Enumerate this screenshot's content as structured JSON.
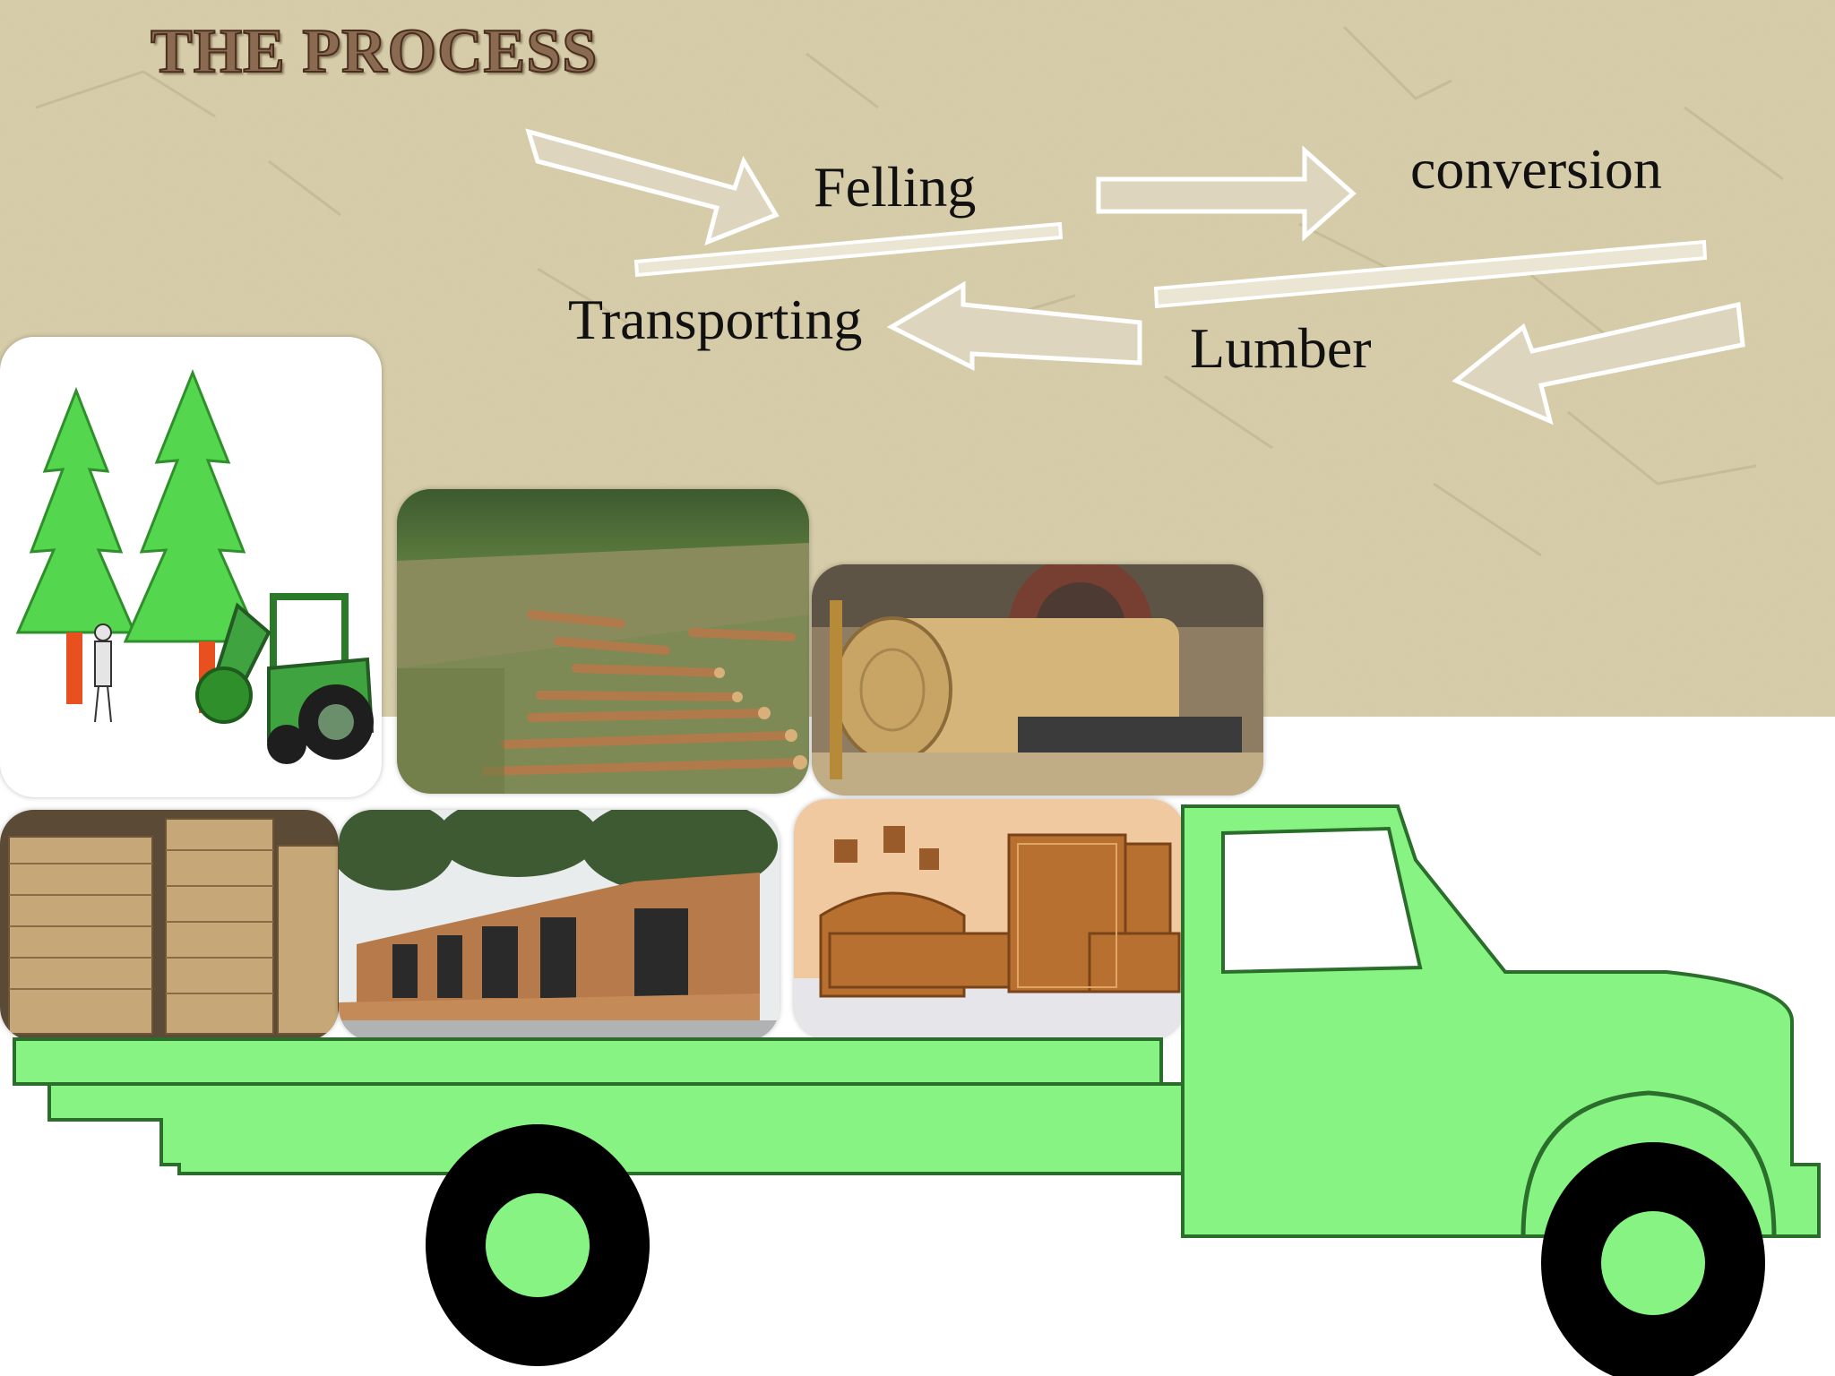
{
  "slide": {
    "title": "THE PROCESS",
    "steps": {
      "felling": "Felling",
      "conversion": "conversion",
      "lumber": "Lumber",
      "transporting": "Transporting"
    }
  },
  "illustrations": [
    {
      "name": "trees-and-tractor-illustration",
      "icon": "trees-tractor-cartoon"
    },
    {
      "name": "felled-logs-photo",
      "icon": "felled-logs"
    },
    {
      "name": "sawmill-log-photo",
      "icon": "sawmill-saw-log"
    },
    {
      "name": "lumber-stacks-photo",
      "icon": "lumber-stack"
    },
    {
      "name": "wooden-house-photo",
      "icon": "wooden-house"
    },
    {
      "name": "bedroom-furniture-photo",
      "icon": "carved-bedroom-set"
    },
    {
      "name": "truck-illustration",
      "icon": "green-truck"
    }
  ],
  "colors": {
    "background_texture": "#d9cfaa",
    "arrow_fill": "#ddd5bd",
    "truck_green": "#86f383",
    "title_brown": "#8a6a50"
  }
}
